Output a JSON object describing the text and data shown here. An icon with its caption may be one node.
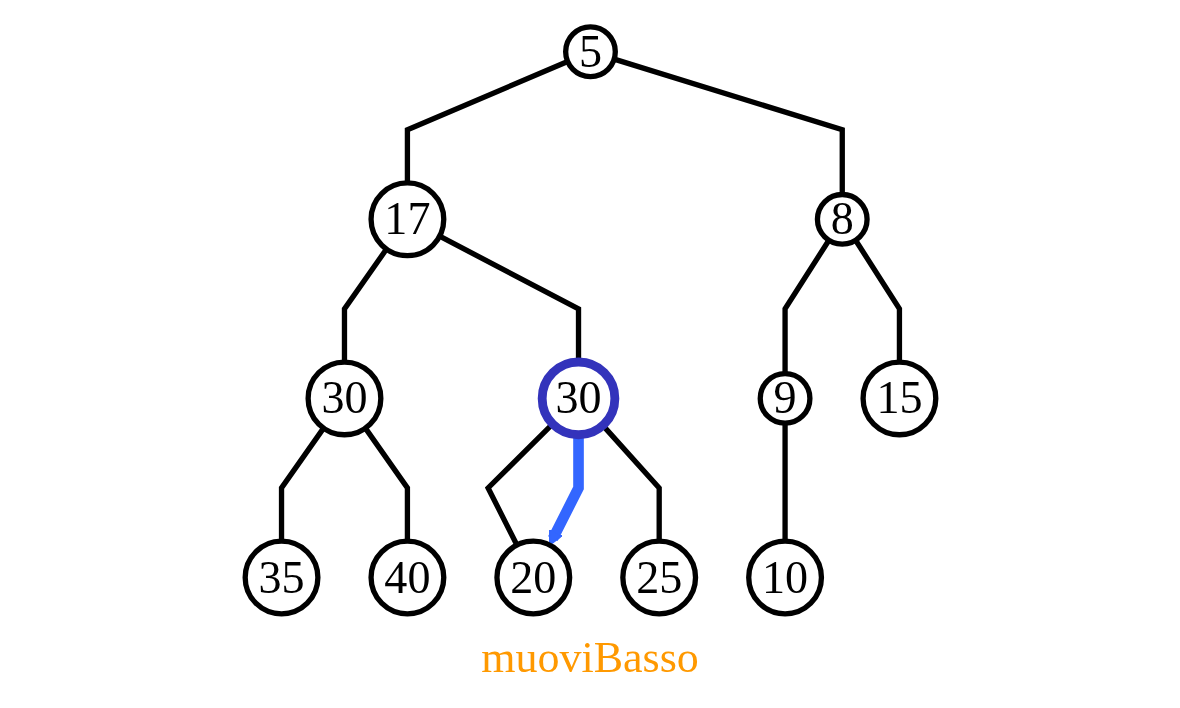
{
  "diagram": {
    "nodes": [
      {
        "text": [
          "5"
        ]
      },
      {
        "text": [
          "17"
        ]
      },
      {
        "text": [
          "8"
        ]
      },
      {
        "text": [
          "30"
        ]
      },
      {
        "text": [
          "30"
        ]
      },
      {
        "text": [
          "9"
        ]
      },
      {
        "text": [
          "15"
        ]
      },
      {
        "text": [
          "35"
        ]
      },
      {
        "text": [
          "40"
        ]
      },
      {
        "text": [
          "20"
        ]
      },
      {
        "text": [
          "25"
        ]
      },
      {
        "text": [
          "10"
        ]
      }
    ],
    "edges": [
      {
        "from": 0,
        "to": 1,
        "arrow": "none"
      },
      {
        "from": 0,
        "to": 2,
        "arrow": "none"
      },
      {
        "from": 1,
        "to": 3,
        "arrow": "none"
      },
      {
        "from": 1,
        "to": 4,
        "arrow": "none"
      },
      {
        "from": 2,
        "to": 5,
        "arrow": "none"
      },
      {
        "from": 2,
        "to": 6,
        "arrow": "none"
      },
      {
        "from": 3,
        "to": 7,
        "arrow": "none"
      },
      {
        "from": 3,
        "to": 8,
        "arrow": "none"
      },
      {
        "from": 4,
        "to": 9,
        "arrow": "none"
      },
      {
        "from": 4,
        "to": 10,
        "arrow": "none"
      },
      {
        "from": 5,
        "to": 11,
        "arrow": "none"
      },
      {
        "from": 4,
        "to": 9,
        "arrow": "to",
        "style": "thick",
        "color": "#3366ff"
      }
    ],
    "labels": [
      "muoviBasso"
    ]
  }
}
